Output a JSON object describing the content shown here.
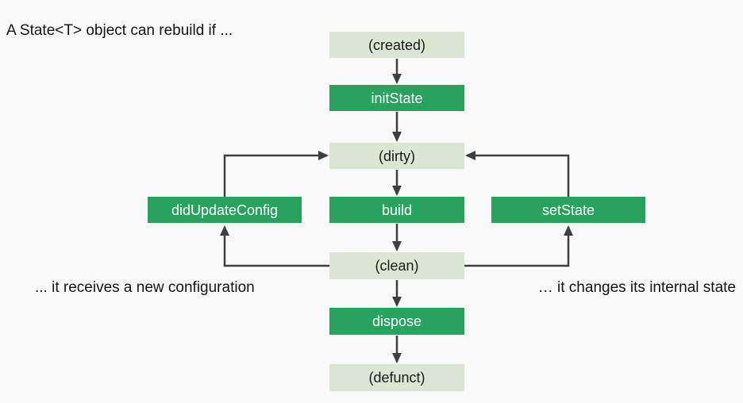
{
  "title": "A State<T> object can rebuild if ...",
  "colors": {
    "background": "#f9f9f9",
    "state_box_bg": "#d9e7d3",
    "method_box_bg": "#27a35e",
    "method_text": "#ffffff",
    "state_text": "#1a1a1a",
    "arrow": "#3f3f3f"
  },
  "nodes": {
    "created": {
      "label": "(created)",
      "kind": "state"
    },
    "initState": {
      "label": "initState",
      "kind": "method"
    },
    "dirty": {
      "label": "(dirty)",
      "kind": "state"
    },
    "build": {
      "label": "build",
      "kind": "method"
    },
    "clean": {
      "label": "(clean)",
      "kind": "state"
    },
    "dispose": {
      "label": "dispose",
      "kind": "method"
    },
    "defunct": {
      "label": "(defunct)",
      "kind": "state"
    },
    "didUpdateConfig": {
      "label": "didUpdateConfig",
      "kind": "method"
    },
    "setState": {
      "label": "setState",
      "kind": "method"
    }
  },
  "captions": {
    "left": "... it receives a new configuration",
    "right": "… it changes its internal state"
  }
}
